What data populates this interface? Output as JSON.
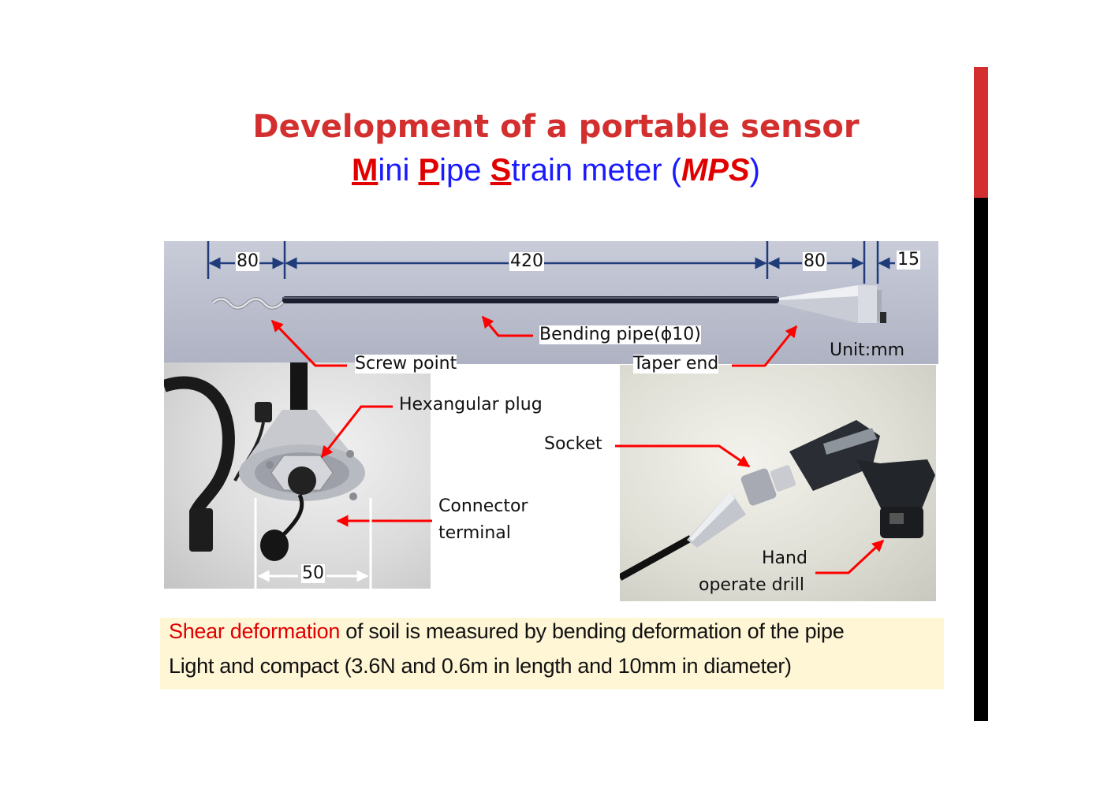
{
  "title": "Development of a portable sensor",
  "subtitle": {
    "m": "M",
    "m_rest": "ini ",
    "p": "P",
    "p_rest": "ipe ",
    "s": "S",
    "s_rest": "train meter (",
    "abbr": "MPS",
    "close": ")"
  },
  "dimensions": {
    "d1": "80",
    "d2": "420",
    "d3": "80",
    "d4": "15",
    "socket_width": "50",
    "unit": "Unit:mm"
  },
  "labels": {
    "bending_pipe": "Bending pipe(ϕ10)",
    "screw_point": "Screw point",
    "taper_end": "Taper end",
    "hexangular_plug": "Hexangular plug",
    "socket": "Socket",
    "connector_line1": "Connector",
    "connector_line2": "terminal",
    "drill_line1": "Hand",
    "drill_line2": "operate drill"
  },
  "summary": {
    "line1_highlight": "Shear deformation",
    "line1_rest": " of soil is measured by bending deformation of the pipe",
    "line2": "Light and compact  (3.6N and 0.6m in length and 10mm in diameter)"
  },
  "colors": {
    "accent_red": "#d32f2f",
    "link_blue": "#1a1aff",
    "dimension_blue": "#1f3b7a",
    "arrow_red": "#ff0000",
    "summary_bg": "#fff6d6"
  }
}
